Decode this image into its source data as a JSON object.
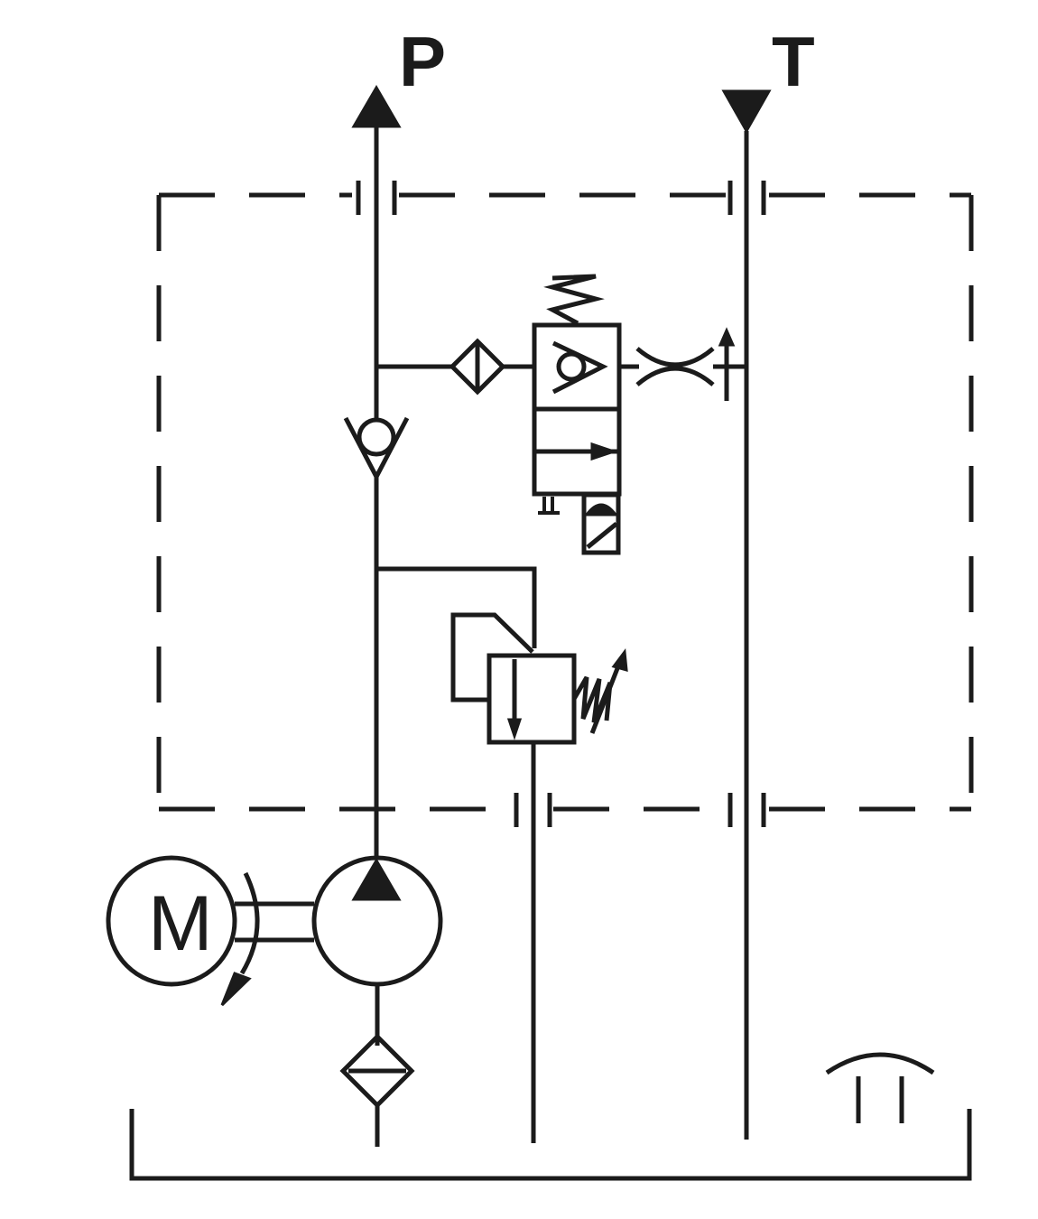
{
  "diagram": {
    "ports": {
      "pressure_label": "P",
      "tank_label": "T"
    },
    "motor": {
      "label": "M"
    },
    "colors": {
      "line": "#1b1b1b",
      "background": "#ffffff"
    }
  }
}
